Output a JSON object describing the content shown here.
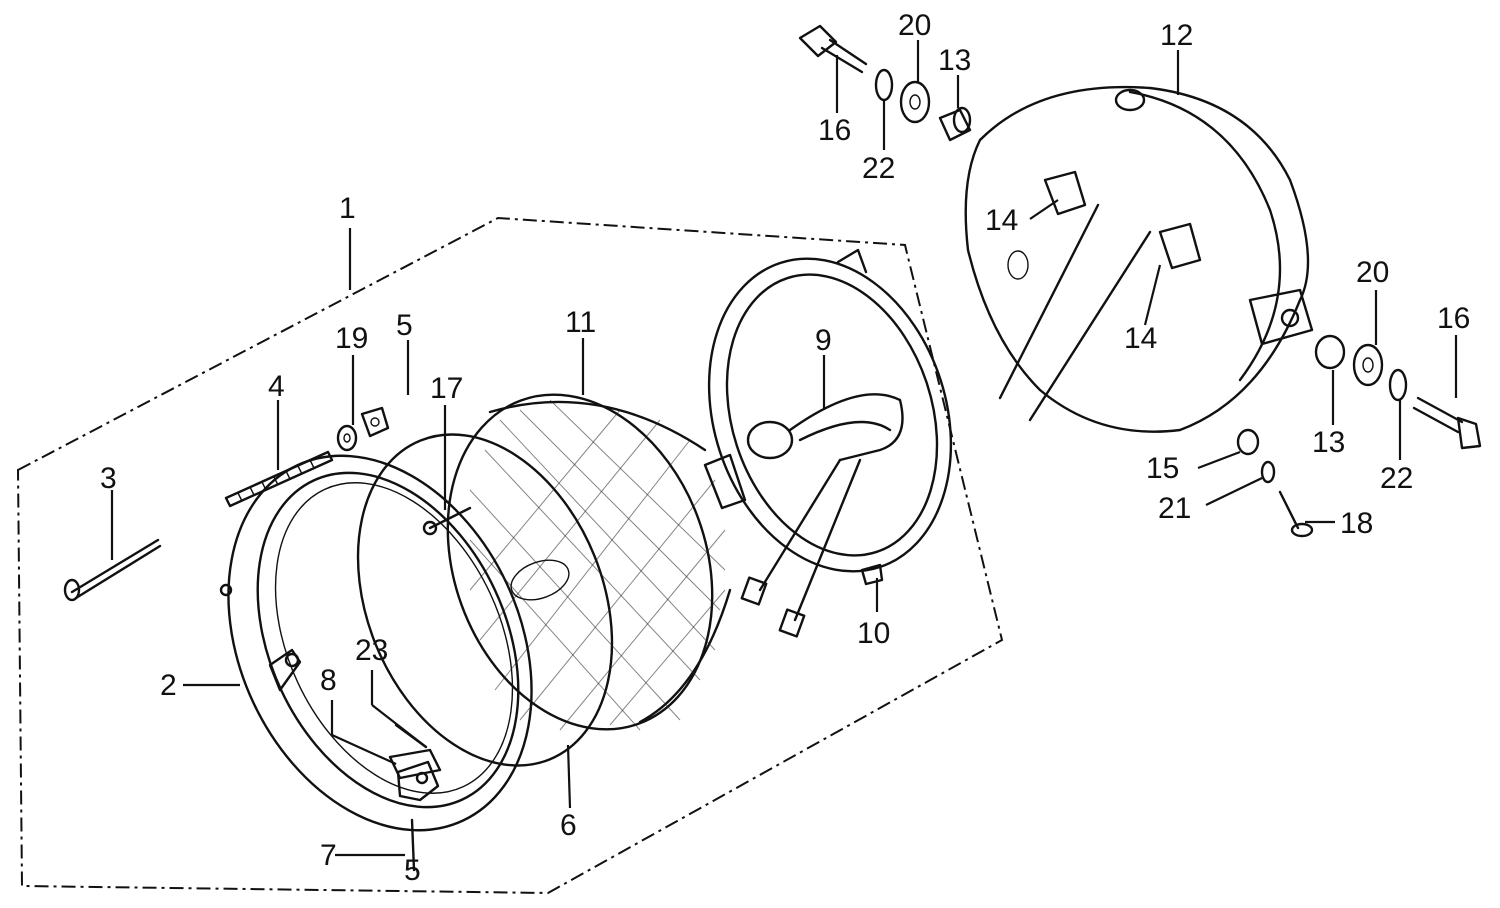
{
  "callouts": [
    {
      "id": "1",
      "label": "1"
    },
    {
      "id": "2",
      "label": "2"
    },
    {
      "id": "3",
      "label": "3"
    },
    {
      "id": "4",
      "label": "4"
    },
    {
      "id": "5",
      "label": "5"
    },
    {
      "id": "5b",
      "label": "5"
    },
    {
      "id": "6",
      "label": "6"
    },
    {
      "id": "7",
      "label": "7"
    },
    {
      "id": "8",
      "label": "8"
    },
    {
      "id": "9",
      "label": "9"
    },
    {
      "id": "10",
      "label": "10"
    },
    {
      "id": "11",
      "label": "11"
    },
    {
      "id": "12",
      "label": "12"
    },
    {
      "id": "13a",
      "label": "13"
    },
    {
      "id": "13b",
      "label": "13"
    },
    {
      "id": "14a",
      "label": "14"
    },
    {
      "id": "14b",
      "label": "14"
    },
    {
      "id": "15",
      "label": "15"
    },
    {
      "id": "16a",
      "label": "16"
    },
    {
      "id": "16b",
      "label": "16"
    },
    {
      "id": "17",
      "label": "17"
    },
    {
      "id": "18",
      "label": "18"
    },
    {
      "id": "19",
      "label": "19"
    },
    {
      "id": "20a",
      "label": "20"
    },
    {
      "id": "20b",
      "label": "20"
    },
    {
      "id": "21",
      "label": "21"
    },
    {
      "id": "22a",
      "label": "22"
    },
    {
      "id": "22b",
      "label": "22"
    },
    {
      "id": "23",
      "label": "23"
    }
  ]
}
